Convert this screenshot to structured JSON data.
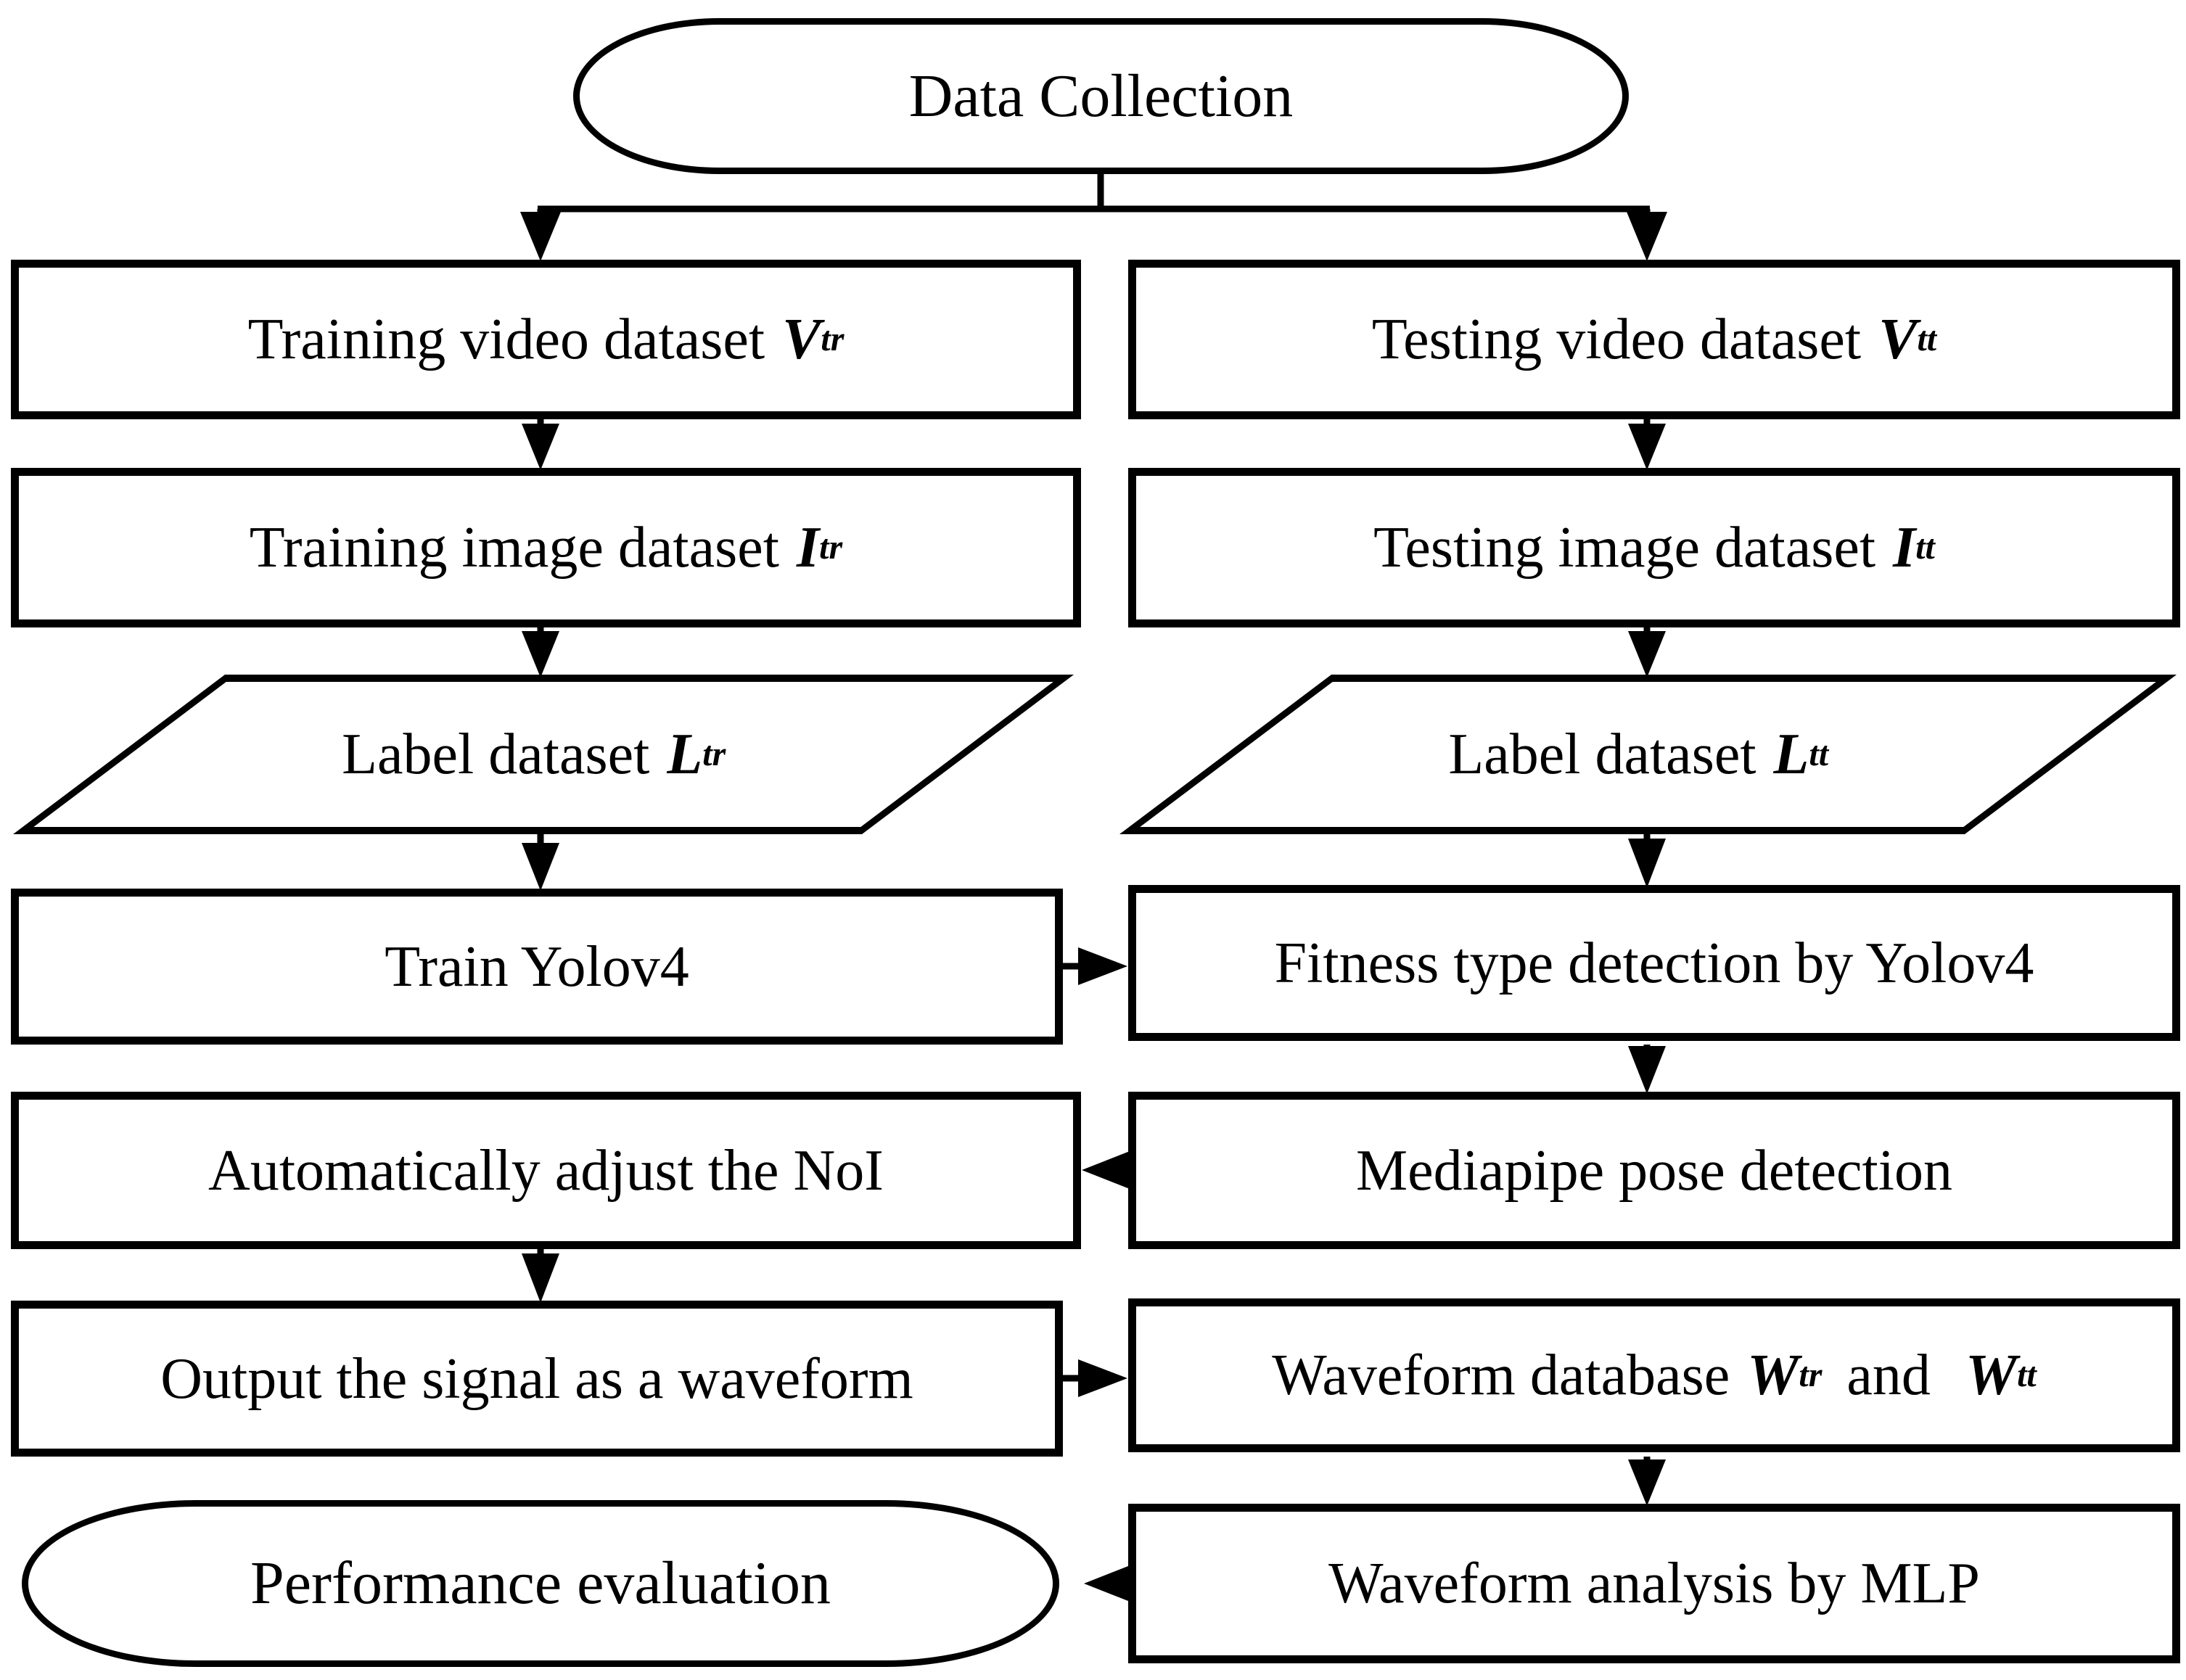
{
  "colors": {
    "line": "#000000",
    "node_fill": "#ffffff",
    "background": "#ffffff",
    "text": "#000000"
  },
  "nodes": {
    "data_collection": {
      "label": "Data Collection",
      "shape": "terminator"
    },
    "training_video": {
      "label": "Training video dataset",
      "symbol": "V",
      "subscript": "tr",
      "shape": "process"
    },
    "testing_video": {
      "label": "Testing video dataset",
      "symbol": "V",
      "subscript": "tt",
      "shape": "process"
    },
    "training_image": {
      "label": "Training image dataset",
      "symbol": "I",
      "subscript": "tr",
      "shape": "process"
    },
    "testing_image": {
      "label": "Testing image dataset",
      "symbol": "I",
      "subscript": "tt",
      "shape": "process"
    },
    "label_dataset_train": {
      "label": "Label dataset",
      "symbol": "L",
      "subscript": "tr",
      "shape": "data-parallelogram"
    },
    "label_dataset_test": {
      "label": "Label dataset",
      "symbol": "L",
      "subscript": "tt",
      "shape": "data-parallelogram"
    },
    "train_yolov4": {
      "label": "Train Yolov4",
      "shape": "process"
    },
    "fitness_detection": {
      "label": "Fitness type detection by Yolov4",
      "shape": "process"
    },
    "adjust_noi": {
      "label": "Automatically adjust the NoI",
      "shape": "process"
    },
    "mediapipe": {
      "label": "Mediapipe pose detection",
      "shape": "process"
    },
    "output_waveform": {
      "label": "Output the signal as a waveform",
      "shape": "process"
    },
    "waveform_database": {
      "label": "Waveform database",
      "symbol": "W",
      "subscript": "tr",
      "connector_word": "and",
      "symbol2": "W",
      "subscript2": "tt",
      "shape": "process"
    },
    "performance_evaluation": {
      "label": "Performance evaluation",
      "shape": "terminator"
    },
    "waveform_analysis": {
      "label": "Waveform analysis by MLP",
      "shape": "process"
    }
  },
  "edges": [
    {
      "from": "data_collection",
      "to": "training_video",
      "direction": "down"
    },
    {
      "from": "data_collection",
      "to": "testing_video",
      "direction": "down"
    },
    {
      "from": "training_video",
      "to": "training_image",
      "direction": "down"
    },
    {
      "from": "testing_video",
      "to": "testing_image",
      "direction": "down"
    },
    {
      "from": "training_image",
      "to": "label_dataset_train",
      "direction": "down"
    },
    {
      "from": "testing_image",
      "to": "label_dataset_test",
      "direction": "down"
    },
    {
      "from": "label_dataset_train",
      "to": "train_yolov4",
      "direction": "down"
    },
    {
      "from": "label_dataset_test",
      "to": "fitness_detection",
      "direction": "down"
    },
    {
      "from": "train_yolov4",
      "to": "fitness_detection",
      "direction": "right"
    },
    {
      "from": "fitness_detection",
      "to": "mediapipe",
      "direction": "down"
    },
    {
      "from": "mediapipe",
      "to": "adjust_noi",
      "direction": "left"
    },
    {
      "from": "adjust_noi",
      "to": "output_waveform",
      "direction": "down"
    },
    {
      "from": "output_waveform",
      "to": "waveform_database",
      "direction": "right"
    },
    {
      "from": "waveform_database",
      "to": "waveform_analysis",
      "direction": "down"
    },
    {
      "from": "waveform_analysis",
      "to": "performance_evaluation",
      "direction": "left"
    }
  ]
}
